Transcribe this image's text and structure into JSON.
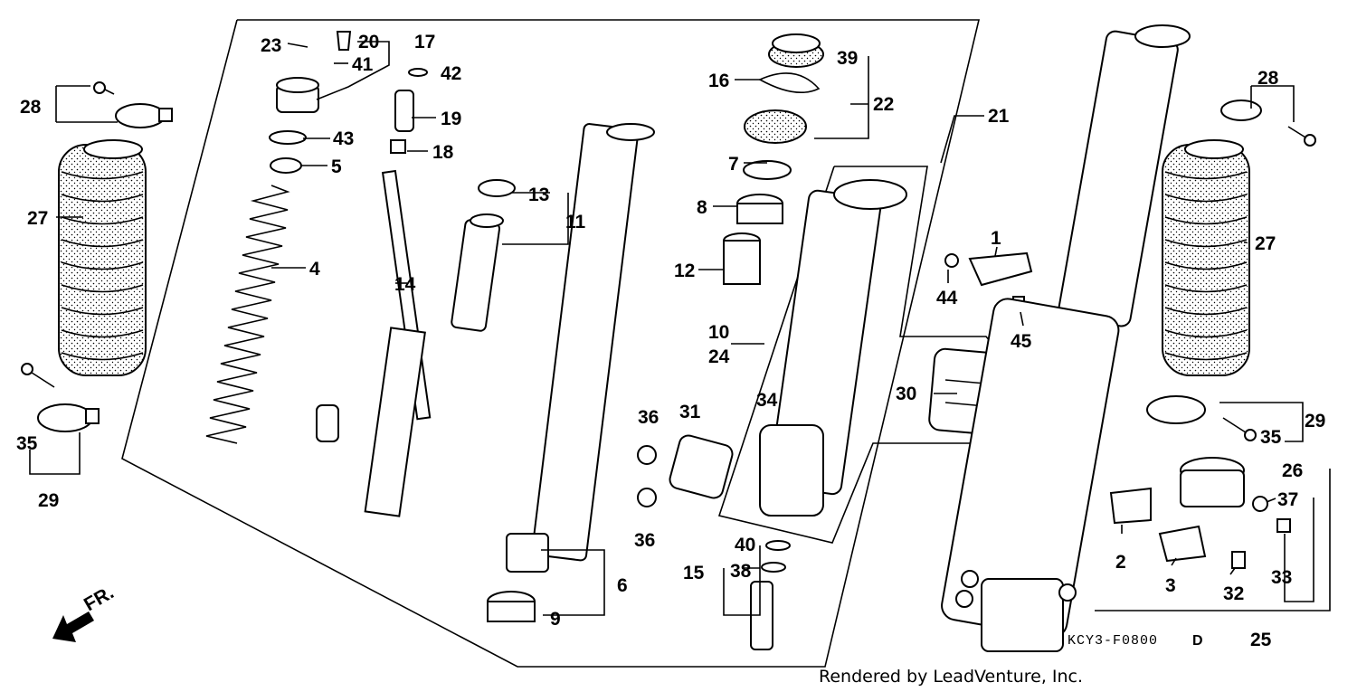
{
  "labels": {
    "l1": "1",
    "l2": "2",
    "l3": "3",
    "l4": "4",
    "l5": "5",
    "l6": "6",
    "l7": "7",
    "l8": "8",
    "l9": "9",
    "l10": "10",
    "l11": "11",
    "l12": "12",
    "l13": "13",
    "l14": "14",
    "l15": "15",
    "l16": "16",
    "l17": "17",
    "l18": "18",
    "l19": "19",
    "l20": "20",
    "l21": "21",
    "l22": "22",
    "l23": "23",
    "l24": "24",
    "l25": "25",
    "l26": "26",
    "l27a": "27",
    "l27b": "27",
    "l28a": "28",
    "l28b": "28",
    "l29a": "29",
    "l29b": "29",
    "l30": "30",
    "l31": "31",
    "l32": "32",
    "l33": "33",
    "l34": "34",
    "l35a": "35",
    "l35b": "35",
    "l36a": "36",
    "l36b": "36",
    "l37": "37",
    "l38": "38",
    "l39": "39",
    "l40": "40",
    "l41": "41",
    "l42": "42",
    "l43": "43",
    "l44": "44",
    "l45": "45"
  },
  "front_marker": "FR.",
  "diagram_code": "KCY3-F0800",
  "diagram_code_suffix": "D",
  "credit": "Rendered by LeadVenture, Inc."
}
